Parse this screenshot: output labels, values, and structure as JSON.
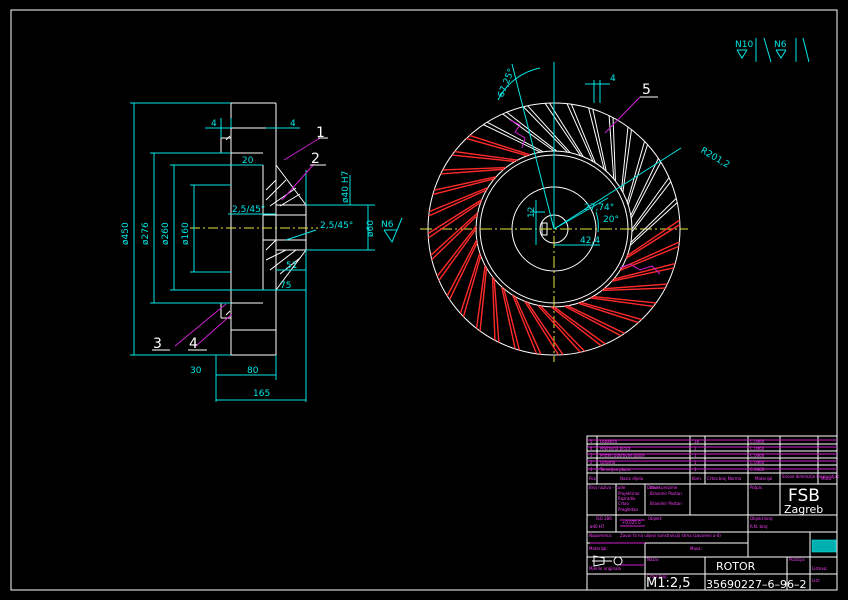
{
  "dimensions": {
    "d450": "ø450",
    "d276": "ø276",
    "d260": "ø260",
    "d160": "ø160",
    "d40h7": "ø40 H7",
    "d60": "ø60",
    "w4a": "4",
    "w4b": "4",
    "w20": "20",
    "ch1": "2,5/45°",
    "ch2": "2,5/45°",
    "w51": "51",
    "w75": "75",
    "w30": "30",
    "w80": "80",
    "w165": "165",
    "a6725": "67,25°",
    "a2774": "27,74°",
    "a20": "20°",
    "r12": "12",
    "r424": "42,4",
    "rR2012": "R201,2",
    "w4c": "4"
  },
  "surface": {
    "side": "N6",
    "top_a": "N10",
    "top_b": "N6"
  },
  "callouts": [
    "1",
    "2",
    "3",
    "4",
    "5"
  ],
  "title_block": {
    "parts": [
      {
        "no": "5",
        "name": "Lopatica",
        "qty": "18",
        "mat": "C.0460"
      },
      {
        "no": "4",
        "name": "Pokrovna ploca",
        "qty": "1",
        "mat": "C.0460"
      },
      {
        "no": "3",
        "name": "Prsten pokrovne ploce",
        "qty": "1",
        "mat": "C.0460"
      },
      {
        "no": "2",
        "name": "Glavina",
        "qty": "1",
        "mat": "C.0460"
      },
      {
        "no": "1",
        "name": "Temeljna ploca",
        "qty": "1",
        "mat": "C.0460"
      }
    ],
    "headers": {
      "poz": "Poz.",
      "naziv": "Naziv dijela",
      "kom": "Kom.",
      "crtez": "Crtez broj Norma",
      "materijal": "Materijal",
      "sirove": "Sirove dimenzije Proizvodjac",
      "masa": "Masa"
    },
    "rows": {
      "broj": "Broj naziva – code",
      "datum": "Datum",
      "ime": "Ime i prezime",
      "potpis": "Potpis",
      "projektirao": "Projektirao",
      "razradio": "Razradio",
      "crtao": "Crtao",
      "pregledao": "Pregledao",
      "name1": "Branimir Postan",
      "name2": "Branimir Postan",
      "isocode": "ISO 286",
      "tol": "ø40 H7",
      "tolval": "+0,025 0",
      "objekt": "Objekt:",
      "objbroj": "Objekt broj:",
      "rbroj": "R.N. broj:",
      "napomena": "Napomena:",
      "napomena_text": "Zavar fa na ulijevi konstrukciji strna (zavareni a-4)",
      "materijal": "Materijal:",
      "masa": "Masa:",
      "naziv": "Naziv:",
      "pozicija": "Pozicija:",
      "mjerilo": "Mjerilo originala",
      "crtezbroj": "Crtez broj:",
      "listova": "Listova:",
      "list": "List:"
    },
    "logo_main": "FSB",
    "logo_sub": "Zagreb",
    "title": "ROTOR",
    "scale": "M1:2,5",
    "drawing_no": "35690227–6–96–2"
  }
}
